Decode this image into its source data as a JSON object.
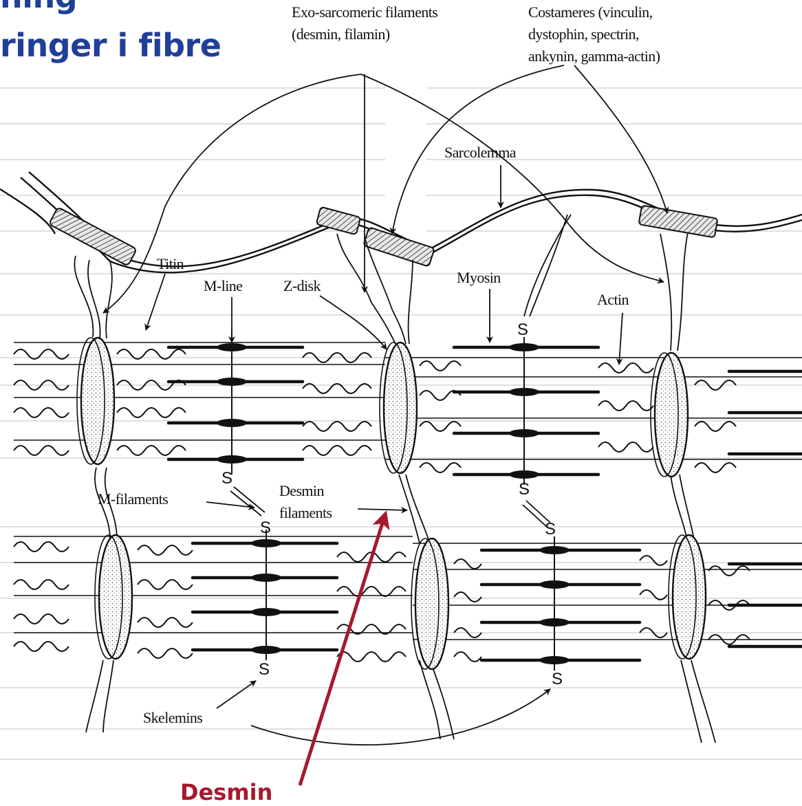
{
  "title": {
    "line1": "ning",
    "line2": "ringer i fibre"
  },
  "labels": {
    "exo_sarcomeric": [
      "Exo-sarcomeric filaments",
      "(desmin, filamin)"
    ],
    "costameres": [
      "Costameres (vinculin,",
      "dystophin, spectrin,",
      "ankynin, gamma-actin)"
    ],
    "sarcolemma": "Sarcolemma",
    "titin": "Titin",
    "m_line": "M-line",
    "z_disk": "Z-disk",
    "myosin": "Myosin",
    "actin": "Actin",
    "m_filaments": "M-filaments",
    "desmin_filaments": [
      "Desmin",
      "filaments"
    ],
    "skelemins": "Skelemins",
    "s_marker": "S"
  },
  "callout": {
    "text": "Desmin",
    "color": "#a6192e"
  },
  "colors": {
    "title": "#1f3f99",
    "ink": "#111111",
    "callout": "#a6192e"
  }
}
